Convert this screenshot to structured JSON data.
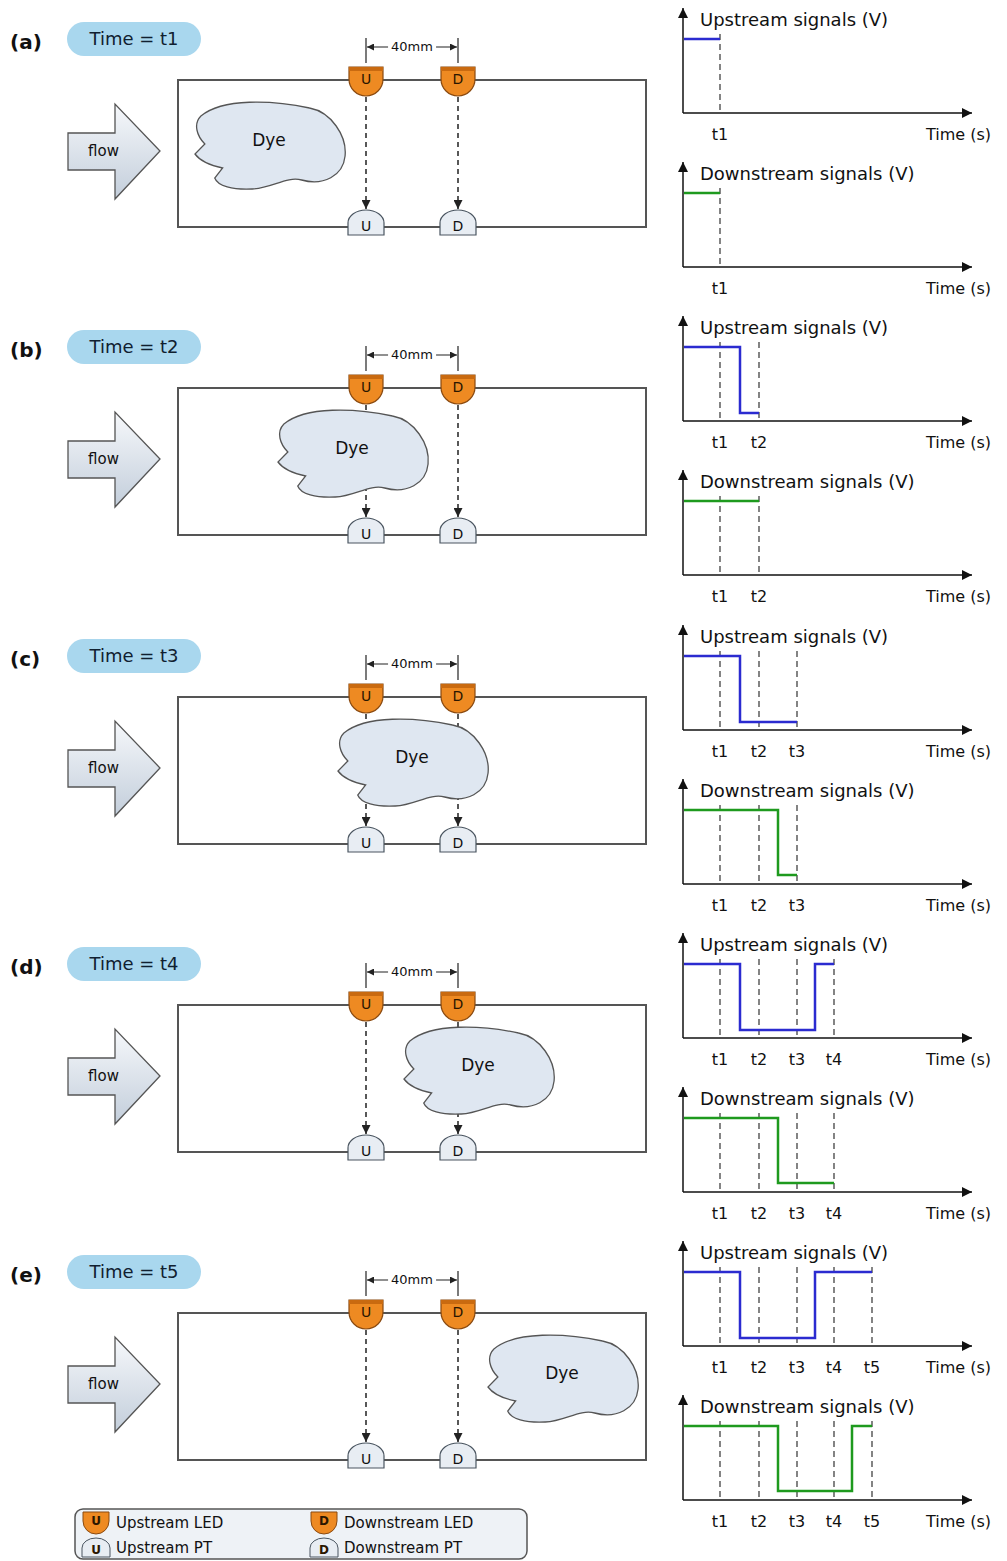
{
  "diagram": {
    "nodes": [
      {
        "text": [
          "Time = t1"
        ]
      },
      {
        "text": [
          "flow"
        ]
      },
      {
        "text": [
          "U"
        ]
      },
      {
        "text": [
          "D"
        ]
      },
      {
        "text": [
          "Dye"
        ]
      },
      {
        "text": [
          "U"
        ]
      },
      {
        "text": [
          "D"
        ]
      },
      {
        "text": [
          "Time = t2"
        ]
      },
      {
        "text": [
          "flow"
        ]
      },
      {
        "text": [
          "U"
        ]
      },
      {
        "text": [
          "D"
        ]
      },
      {
        "text": [
          "Dye"
        ]
      },
      {
        "text": [
          "U"
        ]
      },
      {
        "text": [
          "D"
        ]
      },
      {
        "text": [
          "Time = t3"
        ]
      },
      {
        "text": [
          "flow"
        ]
      },
      {
        "text": [
          "U"
        ]
      },
      {
        "text": [
          "D"
        ]
      },
      {
        "text": [
          "Dye"
        ]
      },
      {
        "text": [
          "U"
        ]
      },
      {
        "text": [
          "D"
        ]
      },
      {
        "text": [
          "Time = t4"
        ]
      },
      {
        "text": [
          "flow"
        ]
      },
      {
        "text": [
          "U"
        ]
      },
      {
        "text": [
          "D"
        ]
      },
      {
        "text": [
          "Dye"
        ]
      },
      {
        "text": [
          "U"
        ]
      },
      {
        "text": [
          "D"
        ]
      },
      {
        "text": [
          "Time = t5"
        ]
      },
      {
        "text": [
          "flow"
        ]
      },
      {
        "text": [
          "U"
        ]
      },
      {
        "text": [
          "D"
        ]
      },
      {
        "text": [
          "Dye"
        ]
      },
      {
        "text": [
          "U"
        ]
      },
      {
        "text": [
          "D"
        ]
      }
    ],
    "edges": [
      {
        "from": 2,
        "to": 5,
        "arrow": "to"
      },
      {
        "from": 3,
        "to": 6,
        "arrow": "to"
      },
      {
        "from": 9,
        "to": 12,
        "arrow": "to"
      },
      {
        "from": 10,
        "to": 13,
        "arrow": "to"
      },
      {
        "from": 16,
        "to": 19,
        "arrow": "to"
      },
      {
        "from": 17,
        "to": 20,
        "arrow": "to"
      },
      {
        "from": 23,
        "to": 26,
        "arrow": "to"
      },
      {
        "from": 24,
        "to": 27,
        "arrow": "to"
      },
      {
        "from": 30,
        "to": 33,
        "arrow": "to"
      },
      {
        "from": 31,
        "to": 34,
        "arrow": "to"
      }
    ],
    "labels": [
      "(a)",
      "40mm",
      "Upstream signals (V)",
      "t1",
      "Time (s)",
      "Downstream signals (V)",
      "t1",
      "Time (s)",
      "(b)",
      "40mm",
      "Upstream signals (V)",
      "t1",
      "t2",
      "Time (s)",
      "Downstream signals (V)",
      "t1",
      "t2",
      "Time (s)",
      "(c)",
      "40mm",
      "Upstream signals (V)",
      "t1",
      "t2",
      "t3",
      "Time (s)",
      "Downstream signals (V)",
      "t1",
      "t2",
      "t3",
      "Time (s)",
      "(d)",
      "40mm",
      "Upstream signals (V)",
      "t1",
      "t2",
      "t3",
      "t4",
      "Time (s)",
      "Downstream signals (V)",
      "t1",
      "t2",
      "t3",
      "t4",
      "Time (s)",
      "(e)",
      "40mm",
      "Upstream signals (V)",
      "t1",
      "t2",
      "t3",
      "t4",
      "t5",
      "Time (s)",
      "Downstream signals (V)",
      "t1",
      "t2",
      "t3",
      "t4",
      "t5",
      "Time (s)",
      "U",
      "D",
      "U",
      "D"
    ],
    "legend": [
      {
        "text": "Upstream LED"
      },
      {
        "text": "Downstream LED"
      },
      {
        "text": "Upstream PT"
      },
      {
        "text": "Downstream PT"
      }
    ]
  }
}
